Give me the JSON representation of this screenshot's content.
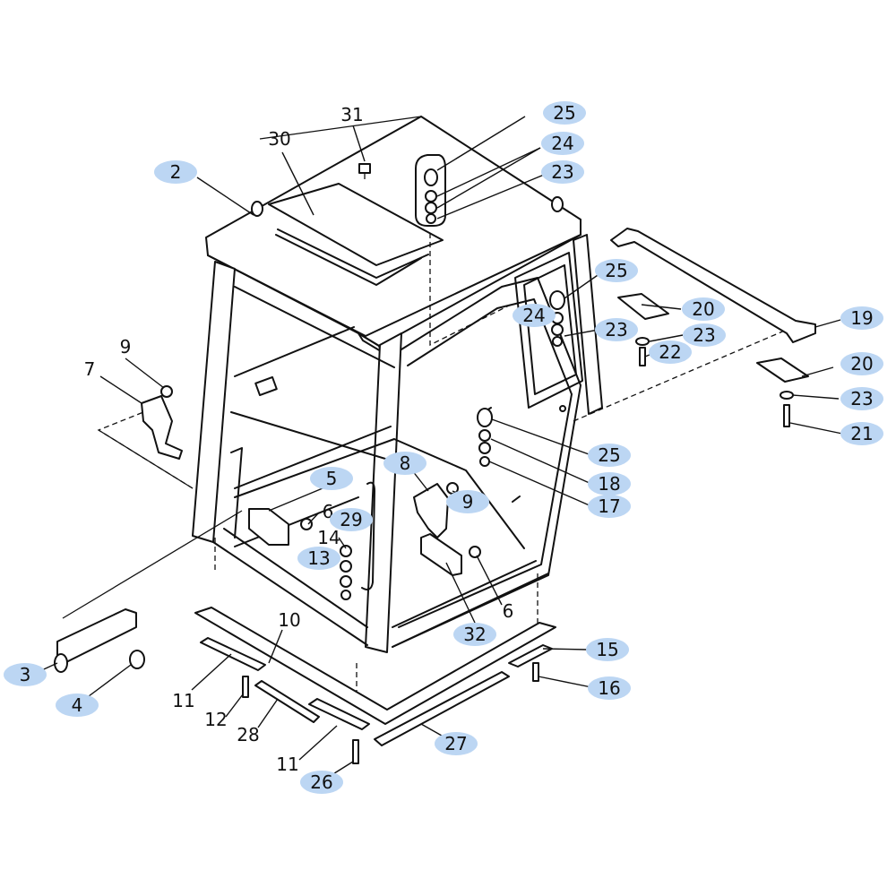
{
  "callouts": [
    {
      "label": "31"
    },
    {
      "label": "25"
    },
    {
      "label": "30"
    },
    {
      "label": "24"
    },
    {
      "label": "2"
    },
    {
      "label": "23"
    },
    {
      "label": "25"
    },
    {
      "label": "20"
    },
    {
      "label": "24"
    },
    {
      "label": "19"
    },
    {
      "label": "23"
    },
    {
      "label": "9"
    },
    {
      "label": "23"
    },
    {
      "label": "22"
    },
    {
      "label": "7"
    },
    {
      "label": "20"
    },
    {
      "label": "23"
    },
    {
      "label": "21"
    },
    {
      "label": "25"
    },
    {
      "label": "8"
    },
    {
      "label": "18"
    },
    {
      "label": "5"
    },
    {
      "label": "9"
    },
    {
      "label": "17"
    },
    {
      "label": "6"
    },
    {
      "label": "29"
    },
    {
      "label": "14"
    },
    {
      "label": "13"
    },
    {
      "label": "6"
    },
    {
      "label": "32"
    },
    {
      "label": "10"
    },
    {
      "label": "15"
    },
    {
      "label": "3"
    },
    {
      "label": "4"
    },
    {
      "label": "16"
    },
    {
      "label": "11"
    },
    {
      "label": "12"
    },
    {
      "label": "28"
    },
    {
      "label": "27"
    },
    {
      "label": "11"
    },
    {
      "label": "26"
    }
  ],
  "colors": {
    "highlight": "#bcd6f3",
    "line": "#111111",
    "background": "#ffffff"
  }
}
